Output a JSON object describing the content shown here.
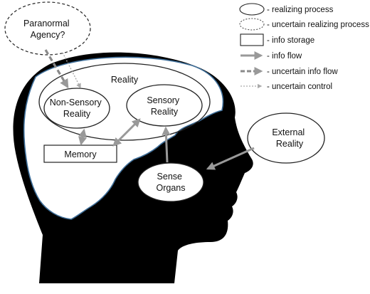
{
  "diagram": {
    "nodes": {
      "paranormal": {
        "line1": "Paranormal",
        "line2": "Agency?"
      },
      "reality": "Reality",
      "non_sensory": {
        "line1": "Non-Sensory",
        "line2": "Reality"
      },
      "sensory": {
        "line1": "Sensory",
        "line2": "Reality"
      },
      "memory": "Memory",
      "external": {
        "line1": "External",
        "line2": "Reality"
      },
      "sense_organs": {
        "line1": "Sense",
        "line2": "Organs"
      }
    },
    "legend": [
      {
        "symbol": "realizing-process",
        "label": "- realizing process"
      },
      {
        "symbol": "uncertain-realizing-process",
        "label": "- uncertain realizing process"
      },
      {
        "symbol": "info-storage",
        "label": "- info storage"
      },
      {
        "symbol": "info-flow",
        "label": "- info flow"
      },
      {
        "symbol": "uncertain-info-flow",
        "label": "- uncertain info flow"
      },
      {
        "symbol": "uncertain-control",
        "label": "- uncertain control"
      }
    ]
  },
  "colors": {
    "head": "#000000",
    "brain_outline": "#3f6f9a",
    "brain_fill": "#ffffff",
    "arrow": "#999999"
  }
}
